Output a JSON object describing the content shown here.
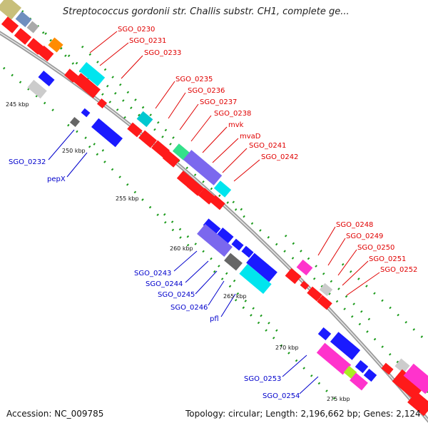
{
  "title": "Streptococcus gordonii str. Challis substr. CH1, complete ge...",
  "footer": {
    "accession": "Accession: NC_009785",
    "topology": "Topology: circular; Length: 2,196,662 bp; Genes: 2,124"
  },
  "colors": {
    "forward_label": "#e00000",
    "reverse_label": "#0000cc",
    "backbone": "#888888",
    "tick": "#1a9a1a"
  },
  "kbp_ticks": [
    "245 kbp",
    "250 kbp",
    "255 kbp",
    "260 kbp",
    "265 kbp",
    "270 kbp",
    "275 kbp"
  ],
  "forward_gene_labels": [
    "SGO_0230",
    "SGO_0231",
    "SGO_0233",
    "SGO_0235",
    "SGO_0236",
    "SGO_0237",
    "SGO_0238",
    "mvk",
    "mvaD",
    "SGO_0241",
    "SGO_0242",
    "SGO_0248",
    "SGO_0249",
    "SGO_0250",
    "SGO_0251",
    "SGO_0252"
  ],
  "reverse_gene_labels": [
    "SGO_0232",
    "pepX",
    "SGO_0243",
    "SGO_0244",
    "SGO_0245",
    "SGO_0246",
    "pfl",
    "SGO_0253",
    "SGO_0254"
  ],
  "legend_colors": [
    "red",
    "blue",
    "cyan",
    "purple",
    "gray",
    "magenta",
    "orange",
    "green"
  ]
}
